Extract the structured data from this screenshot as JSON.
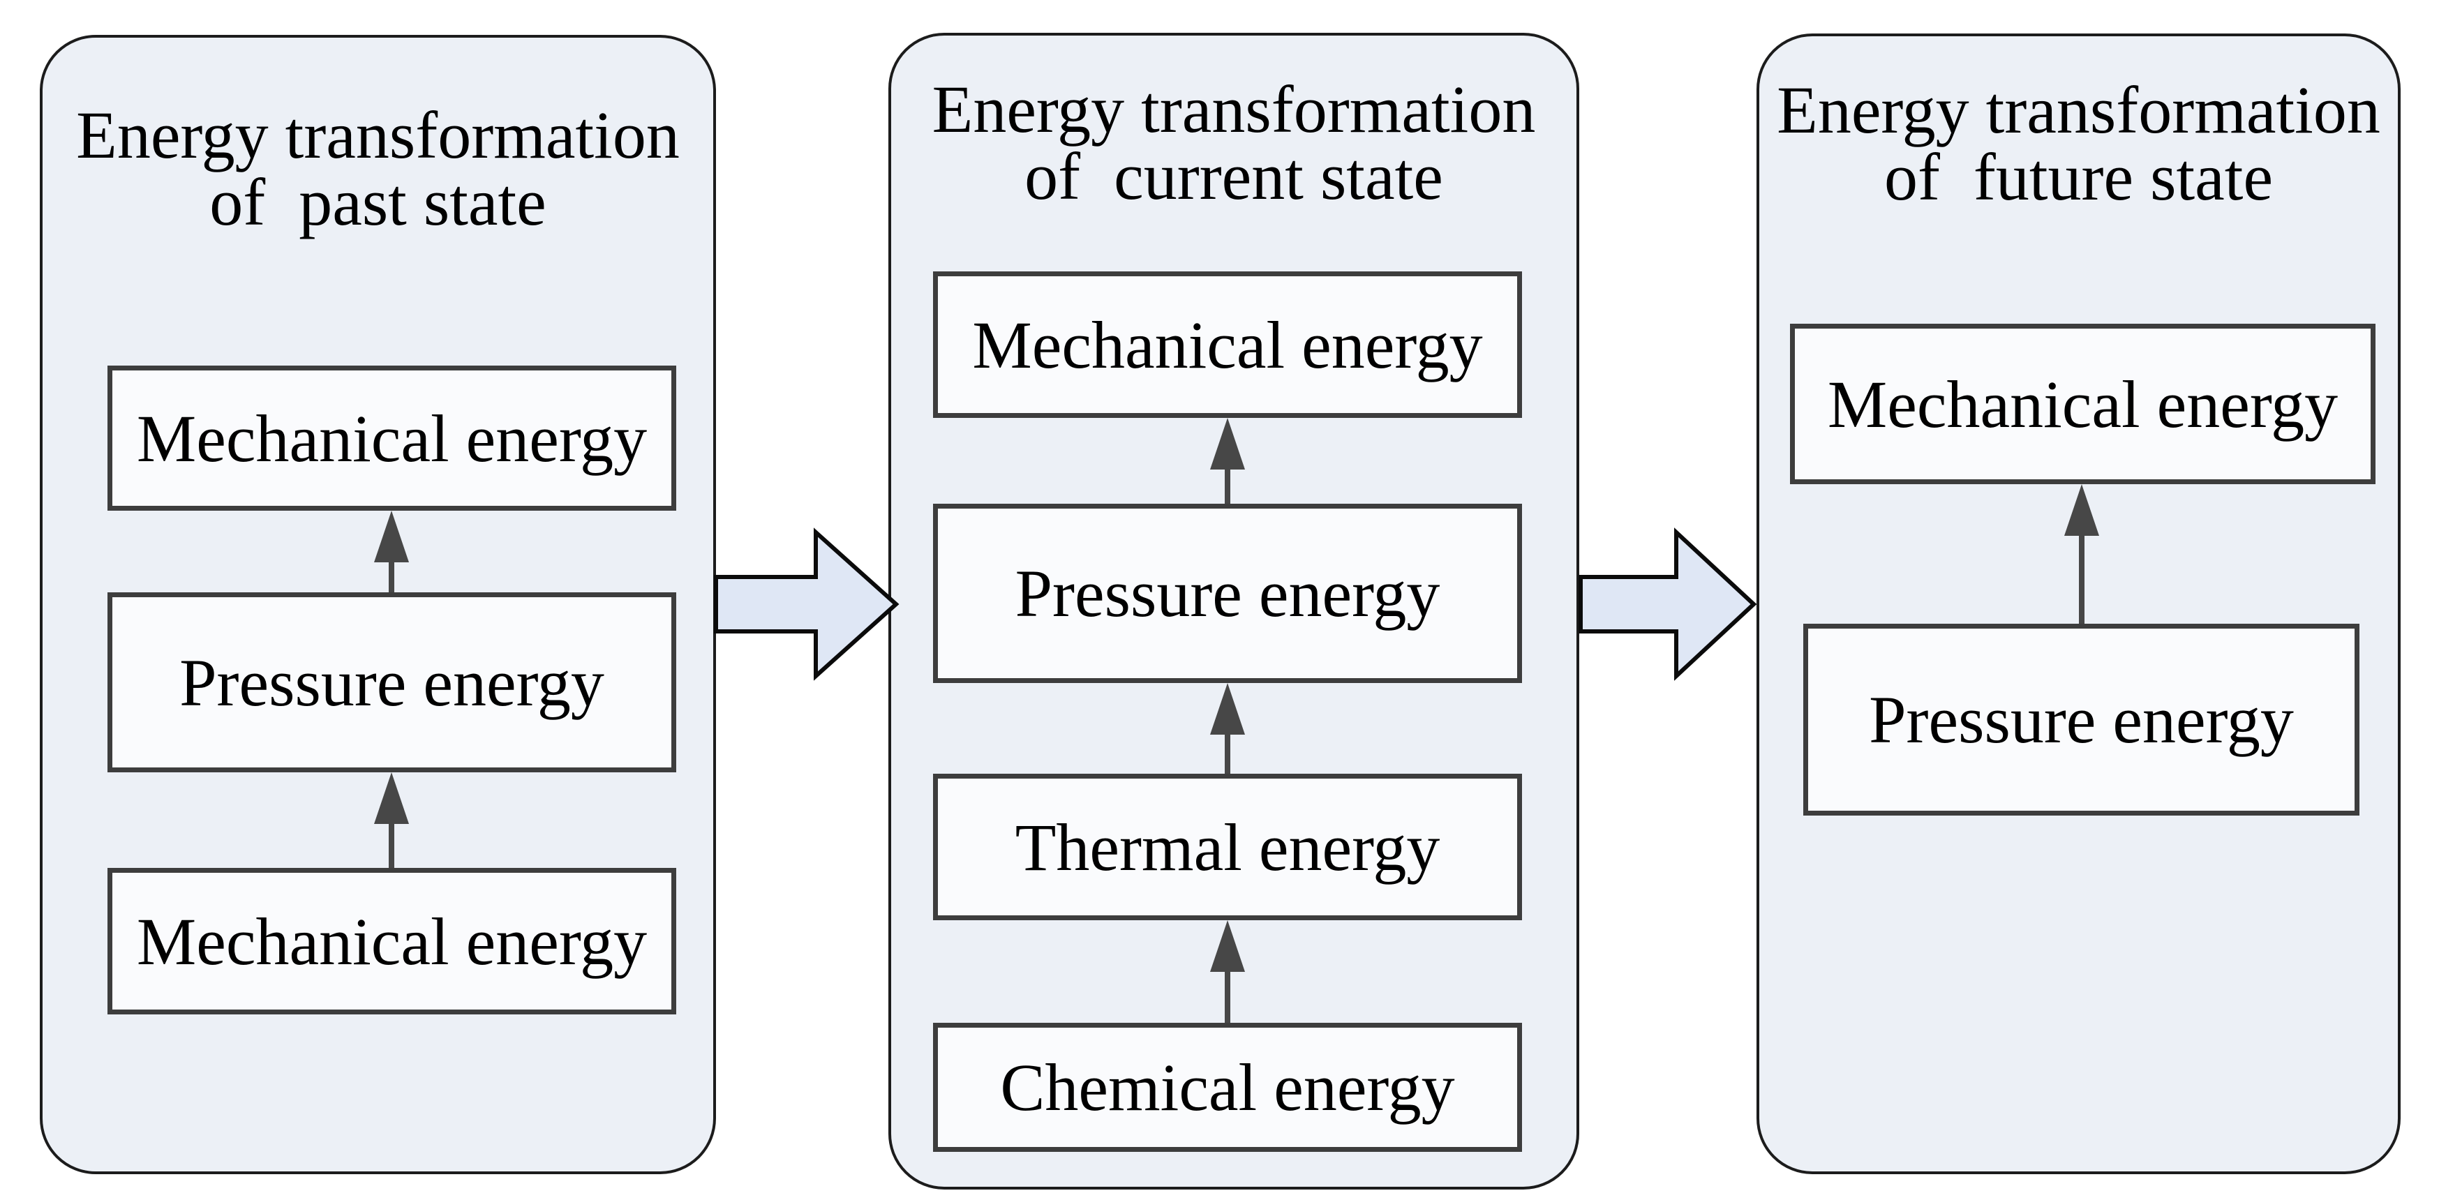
{
  "figure_type": "energy-transformation-flow-diagram",
  "background": "#ffffff",
  "colors": {
    "panel_bg": "#ecf0f6",
    "panel_border": "#1c1c1c",
    "box_bg": "#fafbfd",
    "box_border": "#3d3d3d",
    "small_arrow": "#474747",
    "big_arrow_fill": "#dfe7f5",
    "big_arrow_stroke": "#0b0b0b",
    "text": "#000000"
  },
  "panels": [
    {
      "id": "past",
      "title": [
        "Energy transformation",
        "of  past state"
      ],
      "boxes": [
        "Mechanical energy",
        "Pressure energy",
        "Mechanical energy"
      ]
    },
    {
      "id": "current",
      "title": [
        "Energy transformation",
        "of  current state"
      ],
      "boxes": [
        "Mechanical energy",
        "Pressure energy",
        "Thermal energy",
        "Chemical energy"
      ]
    },
    {
      "id": "future",
      "title": [
        "Energy transformation",
        "of  future state"
      ],
      "boxes": [
        "Mechanical energy",
        "Pressure energy"
      ]
    }
  ],
  "flow": {
    "within_panel_direction": "bottom-to-top",
    "between_panel_direction": "left-to-right"
  }
}
